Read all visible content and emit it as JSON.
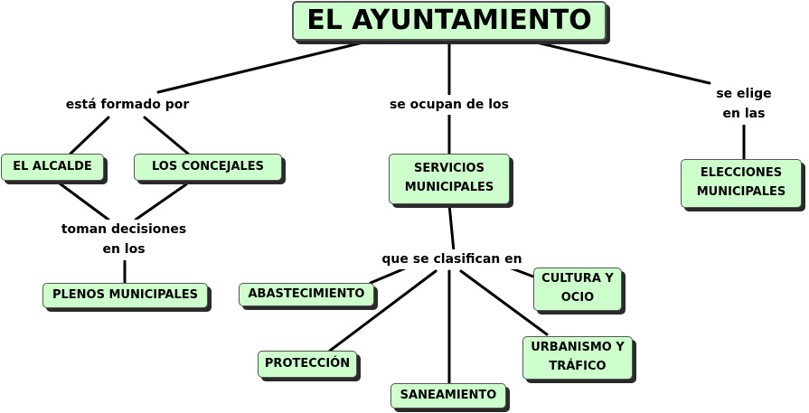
{
  "title": "EL AYUNTAMIENTO",
  "nodes": {
    "alcalde": "EL ALCALDE",
    "concejales": "LOS CONCEJALES",
    "servicios": "SERVICIOS\nMUNICIPALES",
    "elecciones": "ELECCIONES\nMUNICIPALES",
    "plenos": "PLENOS MUNICIPALES",
    "abastecimiento": "ABASTECIMIENTO",
    "cultura": "CULTURA Y\nOCIO",
    "proteccion": "PROTECCIÓN",
    "urbanismo": "URBANISMO Y\nTRÁFICO",
    "saneamiento": "SANEAMIENTO"
  },
  "links": {
    "formado": "está formado por",
    "ocupan": "se ocupan de los",
    "elige": "se elige en las",
    "decisiones": "toman decisiones\nen los",
    "clasifican": "que se clasifican en"
  },
  "colors": {
    "node_fill": "#ccffcc",
    "node_border": "#555555",
    "shadow": "#2a2a2a",
    "line": "#000000"
  }
}
